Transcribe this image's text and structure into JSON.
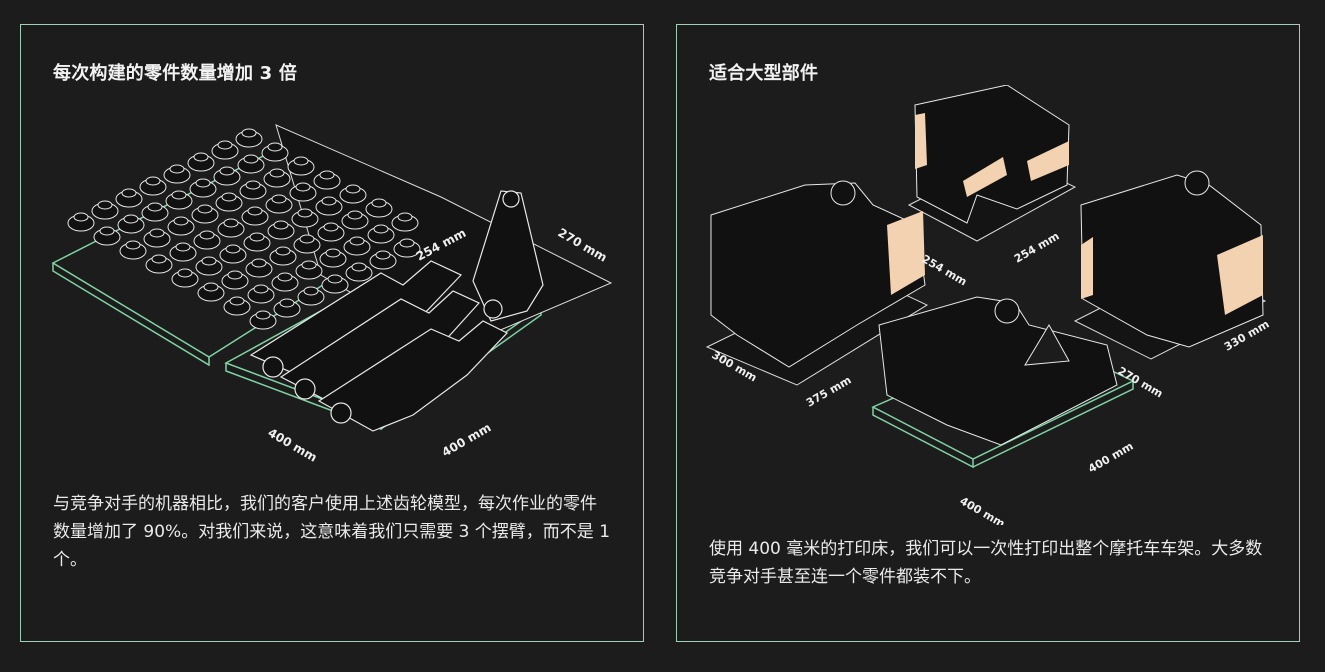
{
  "cards": [
    {
      "title": "每次构建的零件数量增加 3 倍",
      "body": "与竞争对手的机器相比，我们的客户使用上述齿轮模型，每次作业的零件数量增加了 90%。对我们来说，这意味着我们只需要 3 个摆臂，而不是 1 个。",
      "dims": [
        "254 mm",
        "270 mm",
        "400 mm",
        "400 mm"
      ]
    },
    {
      "title": "适合大型部件",
      "body": "使用 400 毫米的打印床，我们可以一次性打印出整个摩托车车架。大多数竞争对手甚至连一个零件都装不下。",
      "dims": [
        "254 mm",
        "254 mm",
        "300 mm",
        "375 mm",
        "270 mm",
        "330 mm",
        "400 mm",
        "400 mm"
      ]
    }
  ],
  "colors": {
    "background": "#1c1c1c",
    "border": "#9ed1b4",
    "accent_green": "#7fd3a4",
    "cut_face": "#f2d2b0",
    "line": "#e6e6e6"
  }
}
